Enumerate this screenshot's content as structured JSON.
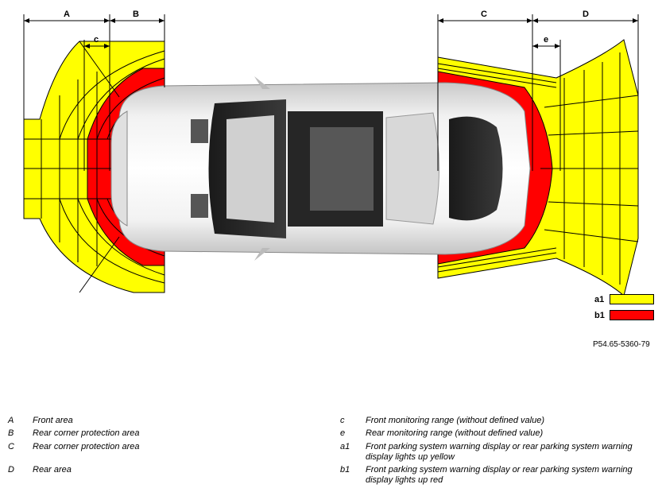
{
  "dimensions": {
    "a": "A",
    "b": "B",
    "c": "C",
    "d": "D",
    "c_small": "c",
    "e_small": "e"
  },
  "legend": [
    {
      "key": "a1",
      "color": "#ffff00"
    },
    {
      "key": "b1",
      "color": "#ff0000"
    }
  ],
  "reference": "P54.65-5360-79",
  "captions": {
    "left": [
      {
        "key": "A",
        "text": "Front area"
      },
      {
        "key": "B",
        "text": "Rear corner protection area"
      },
      {
        "key": "C",
        "text": "Rear corner protection area"
      },
      {
        "key": "D",
        "text": "Rear area"
      }
    ],
    "right": [
      {
        "key": "c",
        "text": "Front monitoring range (without defined value)"
      },
      {
        "key": "e",
        "text": "Rear monitoring range (without defined value)"
      },
      {
        "key": "a1",
        "text": "Front parking system warning display or rear parking system warning display lights up yellow"
      },
      {
        "key": "b1",
        "text": "Front parking system warning display or rear parking system warning display lights up red"
      }
    ]
  }
}
